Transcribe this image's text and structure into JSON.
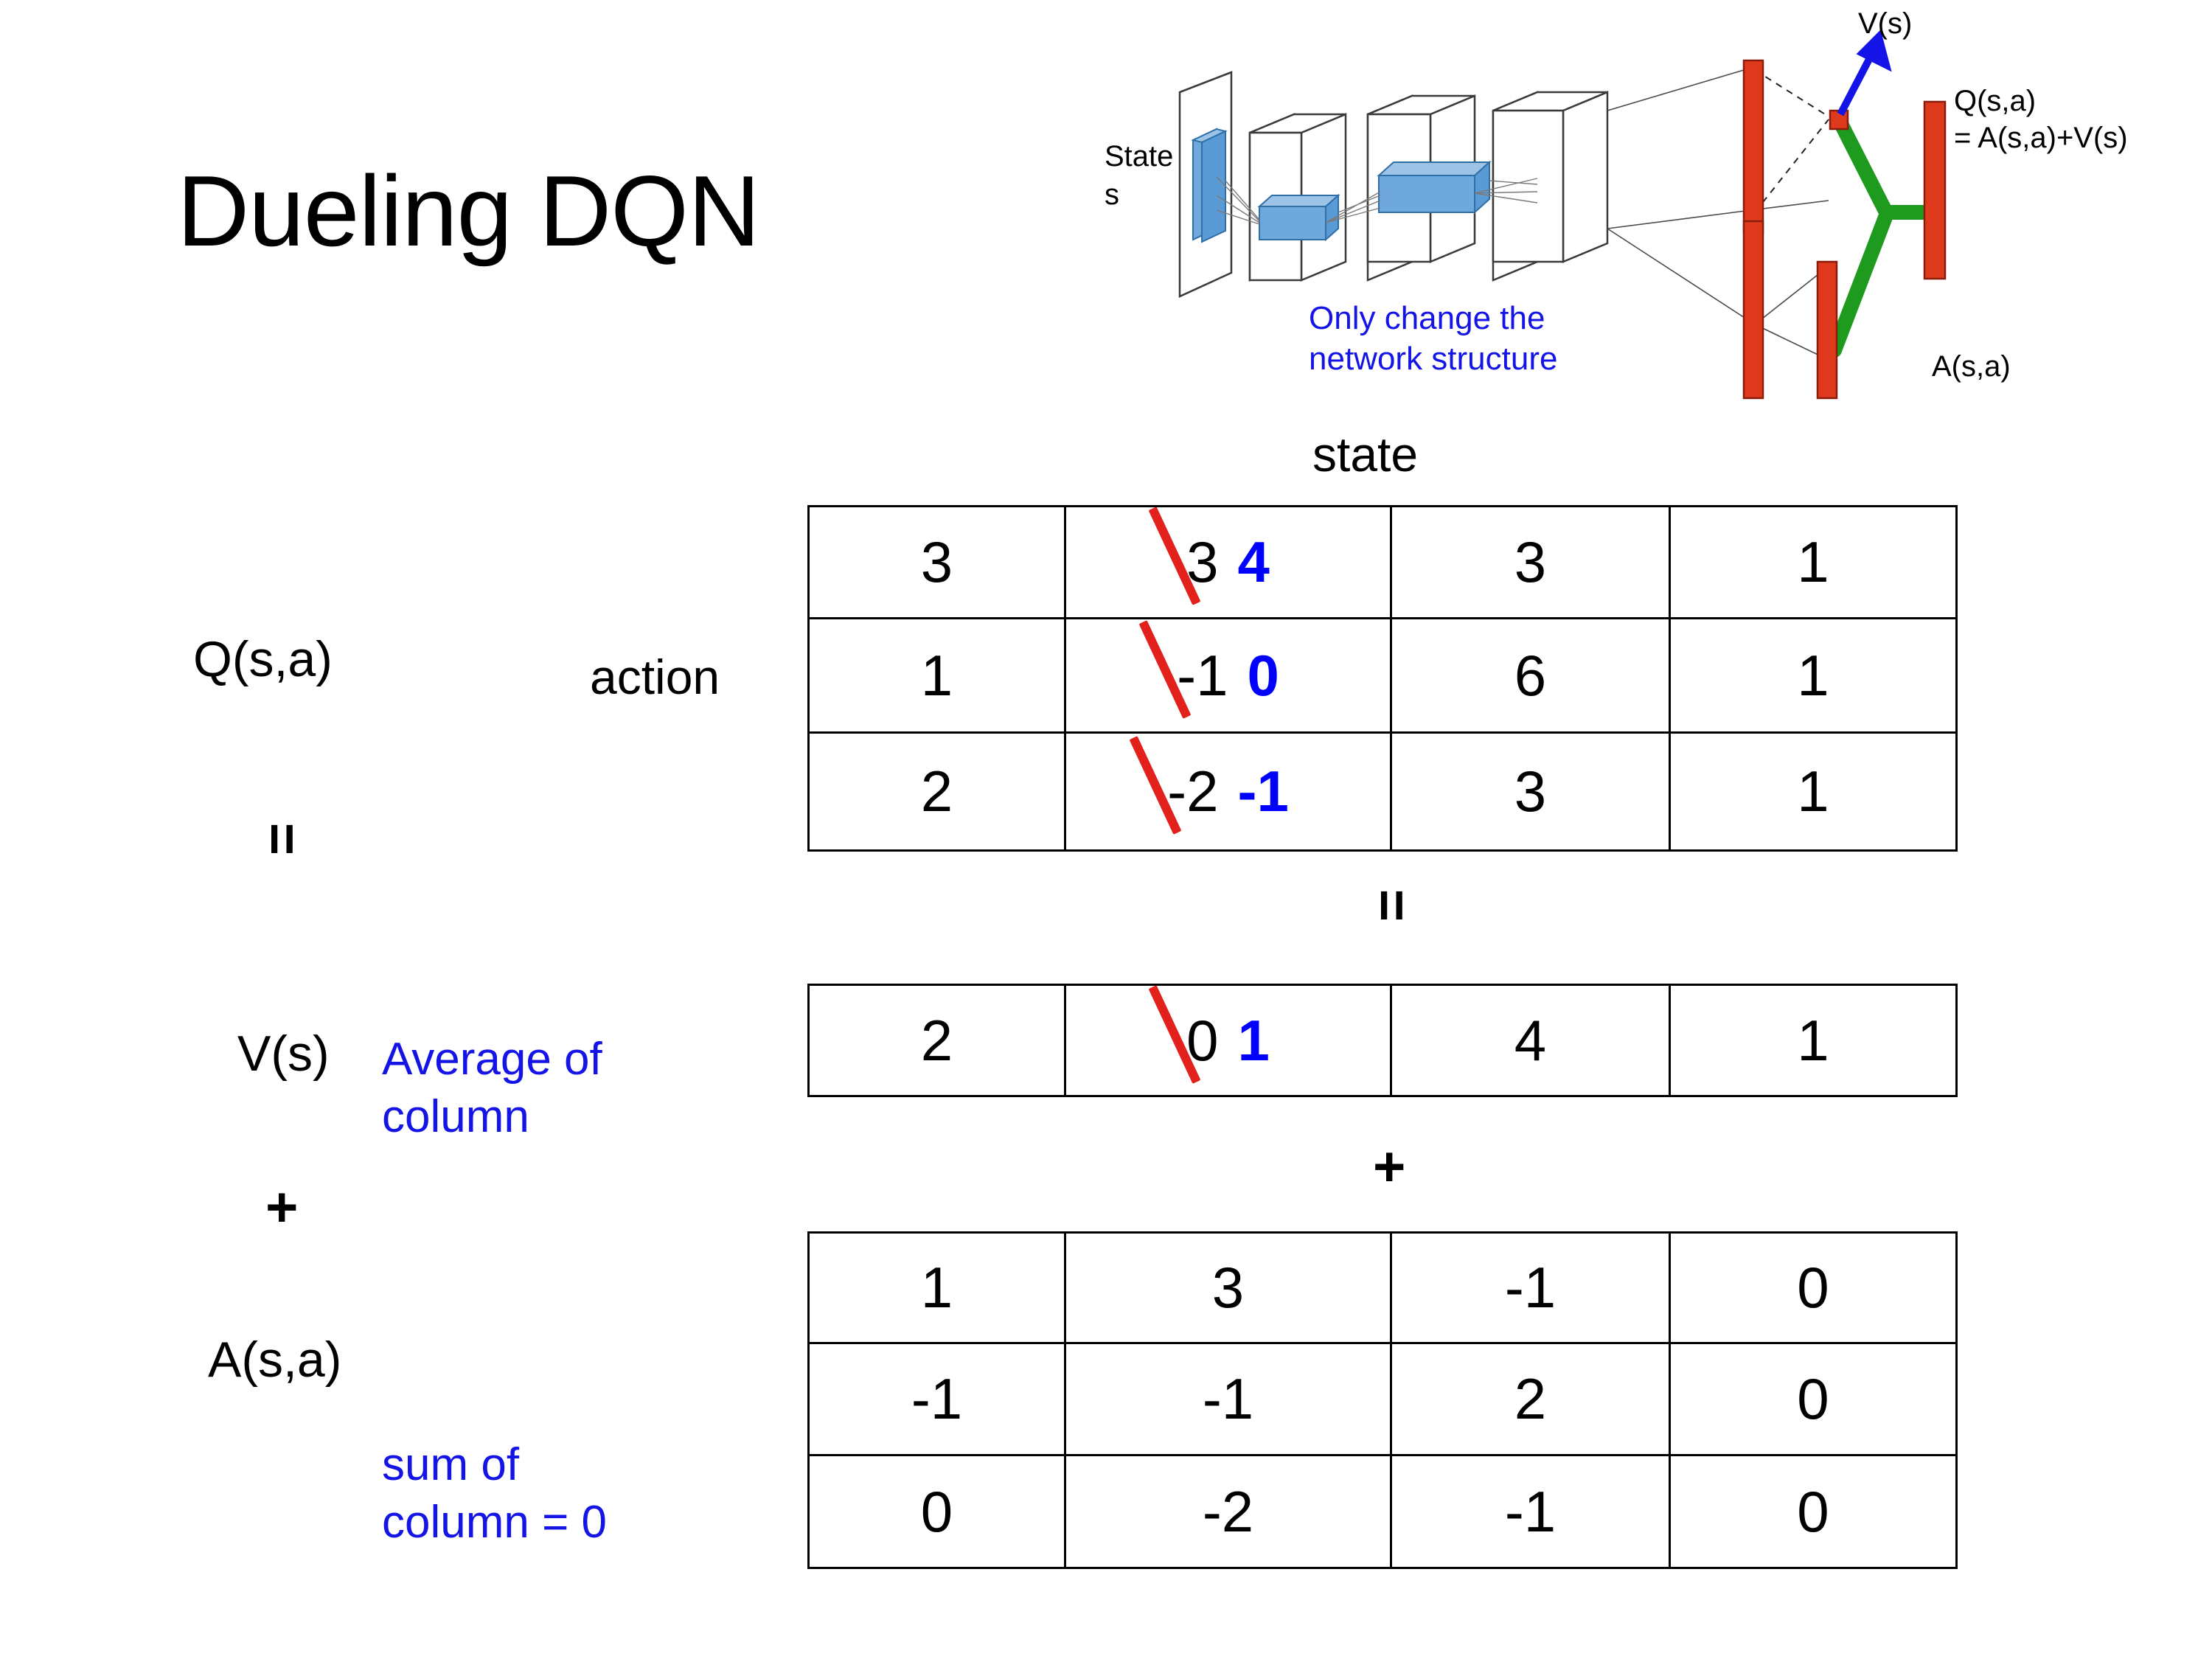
{
  "title": "Dueling DQN",
  "colors": {
    "accent_blue": "#0000FF",
    "note_blue": "#1414E6",
    "strike_red": "#E2211C",
    "network_red": "#E03A1E",
    "network_green": "#1E9B1E",
    "network_blue": "#5B9BD5"
  },
  "diagram": {
    "state_label": "State",
    "state_sub": "s",
    "note_line1": "Only change the",
    "note_line2": "network structure",
    "value_label": "V(s)",
    "advantage_label": "A(s,a)",
    "q_label_line1": "Q(s,a)",
    "q_label_line2": "= A(s,a)+V(s)"
  },
  "labels": {
    "state_axis": "state",
    "action_axis": "action",
    "q_label": "Q(s,a)",
    "v_label": "V(s)",
    "a_label": "A(s,a)",
    "equals_left": "=",
    "plus_left": "+",
    "equals_mid": "=",
    "plus_mid": "+",
    "note_v_line1": "Average of",
    "note_v_line2": "column",
    "note_a_line1": "sum of",
    "note_a_line2": "column = 0"
  },
  "chart_data": {
    "type": "table",
    "title": "Dueling DQN decomposition Q(s,a) = V(s) + A(s,a)",
    "xlabel": "state",
    "ylabel": "action",
    "tables": [
      {
        "name": "Q(s,a)",
        "rows": 3,
        "cols": 4,
        "values": [
          [
            {
              "old": "3",
              "new": null
            },
            {
              "old": "3",
              "new": "4"
            },
            {
              "old": "3",
              "new": null
            },
            {
              "old": "1",
              "new": null
            }
          ],
          [
            {
              "old": "1",
              "new": null
            },
            {
              "old": "-1",
              "new": "0"
            },
            {
              "old": "6",
              "new": null
            },
            {
              "old": "1",
              "new": null
            }
          ],
          [
            {
              "old": "2",
              "new": null
            },
            {
              "old": "-2",
              "new": "-1"
            },
            {
              "old": "3",
              "new": null
            },
            {
              "old": "1",
              "new": null
            }
          ]
        ]
      },
      {
        "name": "V(s)",
        "rows": 1,
        "cols": 4,
        "values": [
          [
            {
              "old": "2",
              "new": null
            },
            {
              "old": "0",
              "new": "1"
            },
            {
              "old": "4",
              "new": null
            },
            {
              "old": "1",
              "new": null
            }
          ]
        ]
      },
      {
        "name": "A(s,a)",
        "rows": 3,
        "cols": 4,
        "values": [
          [
            {
              "old": "1",
              "new": null
            },
            {
              "old": "3",
              "new": null
            },
            {
              "old": "-1",
              "new": null
            },
            {
              "old": "0",
              "new": null
            }
          ],
          [
            {
              "old": "-1",
              "new": null
            },
            {
              "old": "-1",
              "new": null
            },
            {
              "old": "2",
              "new": null
            },
            {
              "old": "0",
              "new": null
            }
          ],
          [
            {
              "old": "0",
              "new": null
            },
            {
              "old": "-2",
              "new": null
            },
            {
              "old": "-1",
              "new": null
            },
            {
              "old": "0",
              "new": null
            }
          ]
        ]
      }
    ]
  }
}
